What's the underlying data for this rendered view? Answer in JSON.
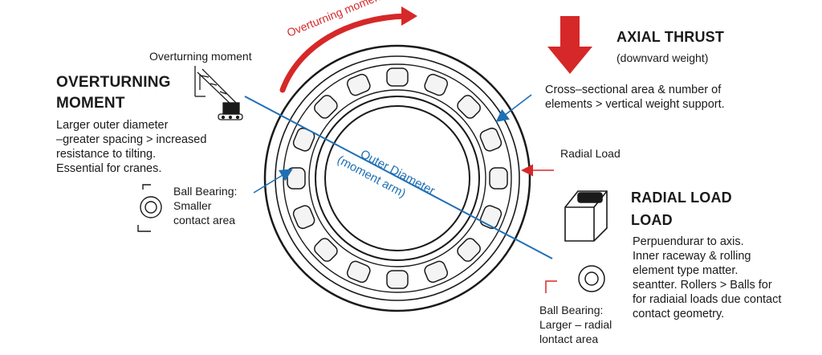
{
  "overturning": {
    "arrow_label": "Overturning moment",
    "caption": "Overturning moment",
    "heading_line1": "OVERTURNING",
    "heading_line2": "MOMENT",
    "body": [
      "Larger outer diameter",
      "–greater spacing > increased",
      "resistance to tilting.",
      "Essential for cranes."
    ]
  },
  "axial": {
    "heading": "AXIAL THRUST",
    "subheading": "(downvard weight)",
    "body": [
      "Cross–sectional area & number of",
      "elements > vertical weight support."
    ]
  },
  "radial": {
    "arrow_label": "Radial Load",
    "heading_line1": "RADIAL LOAD",
    "heading_line2": "LOAD",
    "body": [
      "Perpuendurar to axis.",
      "Inner raceway & rolling",
      "element type matter.",
      "seantter. Rollers > Balls for",
      "for radiaial loads due contact",
      "contact geometry."
    ]
  },
  "left_bearing": {
    "label": [
      "Ball Bearing:",
      "Smaller",
      "contact area"
    ]
  },
  "right_bearing": {
    "label": [
      "Ball Bearing:",
      "Larger – radial",
      "lontact area"
    ]
  },
  "center": {
    "label_line1": "Outer Diameter",
    "label_line2": "(moment arm)"
  },
  "colors": {
    "red": "#d62828",
    "blue": "#1f6fb5",
    "ink": "#1a1a1a"
  },
  "icons": [
    "crane-icon",
    "roller-element-icon",
    "small-ball-bearing-icon",
    "large-ball-bearing-icon",
    "down-arrow-icon"
  ]
}
